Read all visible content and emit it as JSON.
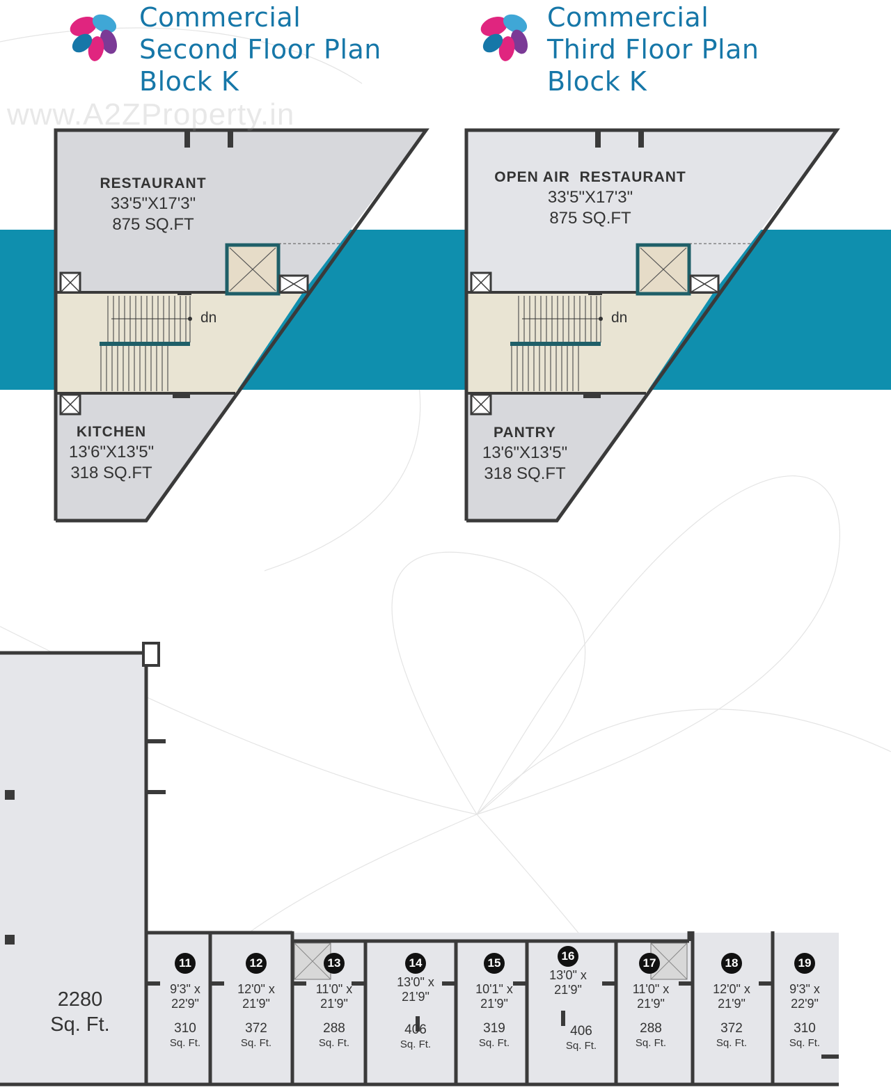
{
  "watermark": "www.A2ZProperty.in",
  "colors": {
    "teal_band": "#0f8fae",
    "title": "#1677a8",
    "room_gray": "#d7d8dc",
    "stair_beige": "#e9e4d3",
    "wall": "#3a3a3a",
    "shaft_teal": "#1f5f68"
  },
  "left_plan": {
    "title": [
      "Commercial",
      "Second Floor Plan",
      "Block K"
    ],
    "top_room": {
      "name": "RESTAURANT",
      "dims": "33'5\"X17'3\"",
      "area": "875 SQ.FT"
    },
    "bottom_room": {
      "name": "KITCHEN",
      "dims": "13'6\"X13'5\"",
      "area": "318 SQ.FT"
    },
    "stair_label": "dn"
  },
  "right_plan": {
    "title": [
      "Commercial",
      "Third Floor Plan",
      "Block K"
    ],
    "top_room": {
      "name": "OPEN AIR  RESTAURANT",
      "dims": "33'5\"X17'3\"",
      "area": "875 SQ.FT"
    },
    "bottom_room": {
      "name": "PANTRY",
      "dims": "13'6\"X13'5\"",
      "area": "318 SQ.FT"
    },
    "stair_label": "dn"
  },
  "large_unit": {
    "area": "2280",
    "unit": "Sq. Ft."
  },
  "shops": [
    {
      "number": "11",
      "dims": [
        "9'3\" x",
        "22'9\""
      ],
      "area": "310",
      "unit": "Sq. Ft."
    },
    {
      "number": "12",
      "dims": [
        "12'0\" x",
        "21'9\""
      ],
      "area": "372",
      "unit": "Sq. Ft."
    },
    {
      "number": "13",
      "dims": [
        "11'0\" x",
        "21'9\""
      ],
      "area": "288",
      "unit": "Sq. Ft."
    },
    {
      "number": "14",
      "dims": [
        "13'0\" x",
        "21'9\""
      ],
      "area": "406",
      "unit": "Sq. Ft."
    },
    {
      "number": "15",
      "dims": [
        "10'1\" x",
        "21'9\""
      ],
      "area": "319",
      "unit": "Sq. Ft."
    },
    {
      "number": "16",
      "dims": [
        "13'0\" x",
        "21'9\""
      ],
      "area": "406",
      "unit": "Sq. Ft."
    },
    {
      "number": "17",
      "dims": [
        "11'0\" x",
        "21'9\""
      ],
      "area": "288",
      "unit": "Sq. Ft."
    },
    {
      "number": "18",
      "dims": [
        "12'0\" x",
        "21'9\""
      ],
      "area": "372",
      "unit": "Sq. Ft."
    },
    {
      "number": "19",
      "dims": [
        "9'3\" x",
        "22'9\""
      ],
      "area": "310",
      "unit": "Sq. Ft."
    }
  ]
}
